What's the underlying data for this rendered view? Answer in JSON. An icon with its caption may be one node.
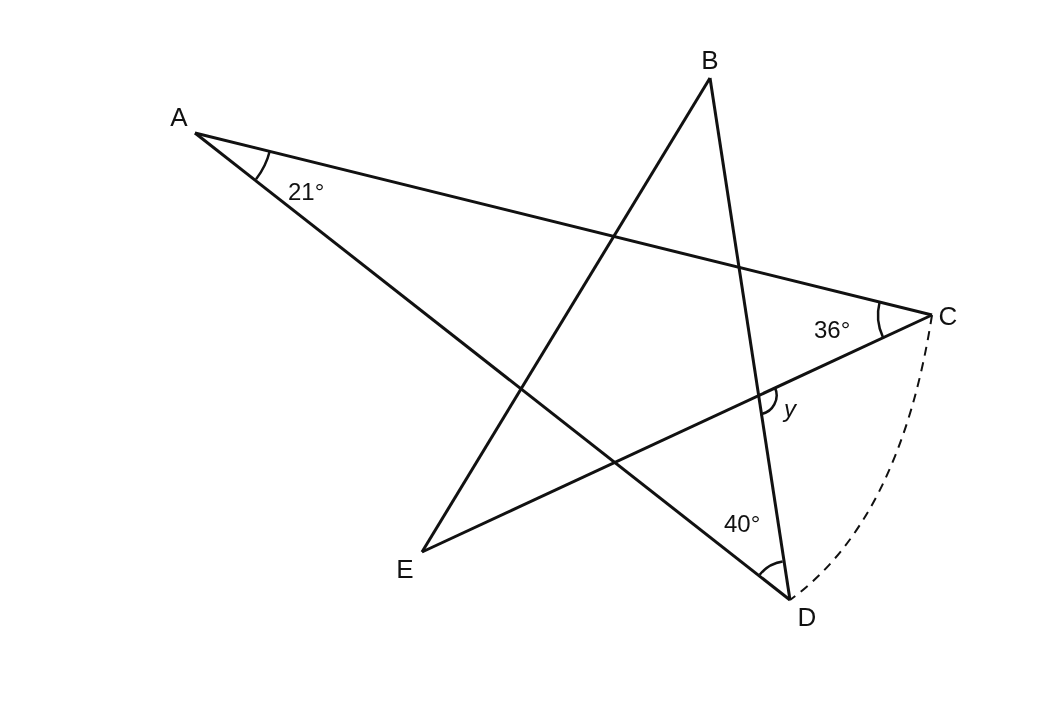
{
  "diagram": {
    "nodes": [
      {
        "text": [
          "A"
        ]
      },
      {
        "text": [
          "B"
        ]
      },
      {
        "text": [
          "C"
        ]
      },
      {
        "text": [
          "D"
        ]
      },
      {
        "text": [
          "E"
        ]
      }
    ],
    "edges": [
      {
        "from": 0,
        "to": 2,
        "arrow": "none"
      },
      {
        "from": 0,
        "to": 3,
        "arrow": "none"
      },
      {
        "from": 1,
        "to": 4,
        "arrow": "none"
      },
      {
        "from": 1,
        "to": 3,
        "arrow": "none"
      },
      {
        "from": 4,
        "to": 2,
        "arrow": "none"
      },
      {
        "from": 2,
        "to": 3,
        "arrow": "none",
        "style": "dashed"
      }
    ],
    "labels": [
      "21°",
      "36°",
      "y",
      "40°"
    ]
  }
}
